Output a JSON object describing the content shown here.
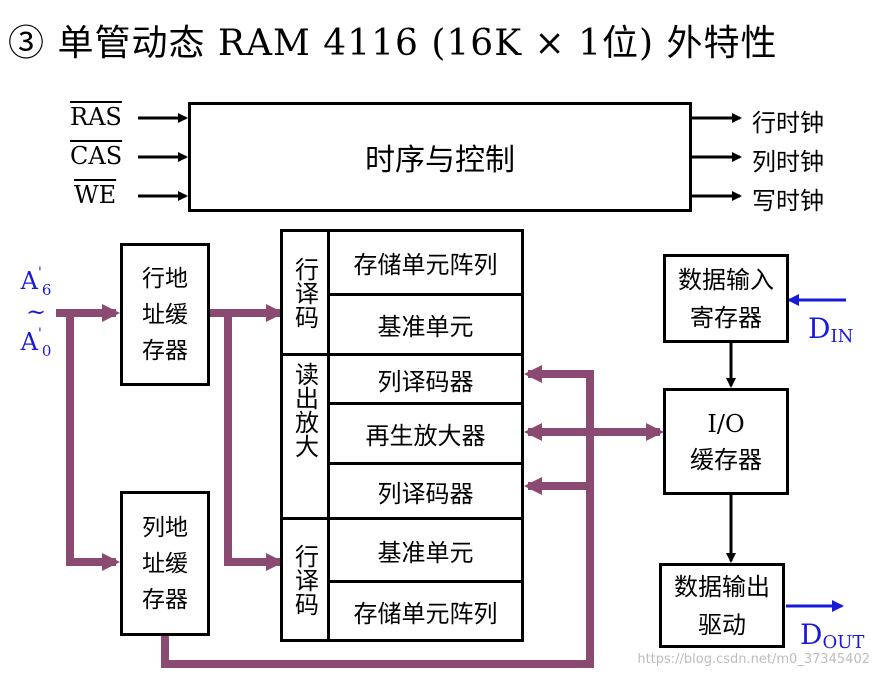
{
  "title": "③ 单管动态 RAM 4116 (16K × 1位) 外特性",
  "control": {
    "label": "时序与控制",
    "inputs": [
      "RAS",
      "CAS",
      "WE"
    ],
    "outputs": [
      "行时钟",
      "列时钟",
      "写时钟"
    ]
  },
  "row_addr_buffer": "行地址缓存器",
  "col_addr_buffer": "列地址缓存器",
  "addr": {
    "top": "A",
    "top_sub": "6",
    "tilde": "~",
    "bottom": "A",
    "bottom_sub": "0",
    "prime": "'"
  },
  "array": {
    "top_decoder": "行译码",
    "sense": "读出放大",
    "bottom_decoder": "行译码",
    "cells": [
      "存储单元阵列",
      "基准单元",
      "列译码器",
      "再生放大器",
      "列译码器",
      "基准单元",
      "存储单元阵列"
    ]
  },
  "data_in_reg": "数据输入寄存器",
  "io_buffer": {
    "line1": "I/O",
    "line2": "缓存器"
  },
  "data_out_drv": "数据输出驱动",
  "din": {
    "main": "D",
    "sub": "IN"
  },
  "dout": {
    "main": "D",
    "sub": "OUT"
  },
  "watermark": "https://blog.csdn.net/m0_37345402",
  "colors": {
    "bus": "#8a4a72",
    "signal": "#1a1ad6"
  }
}
